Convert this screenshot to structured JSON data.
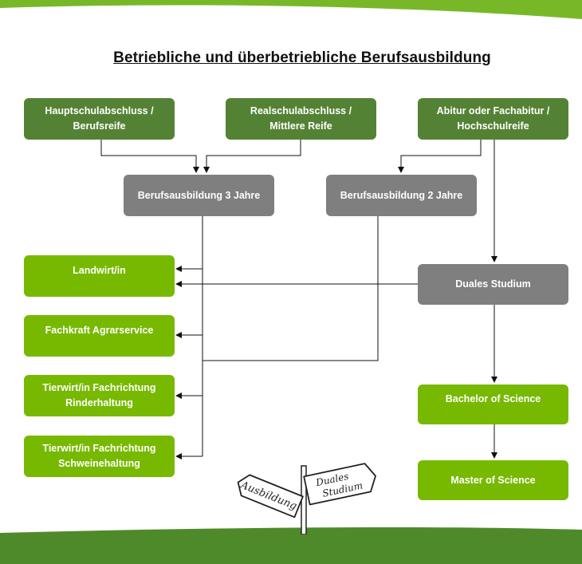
{
  "title": "Betriebliche und überbetriebliche Berufsausbildung",
  "boxes": {
    "hauptschule": "Hauptschulabschluss /\nBerufsreife",
    "realschule": "Realschulabschluss /\nMittlere Reife",
    "abitur": "Abitur oder Fachabitur /\nHochschulreife",
    "ausbildung3": "Berufsausbildung 3 Jahre",
    "ausbildung2": "Berufsausbildung 2 Jahre",
    "landwirt": "Landwirt/in",
    "duales": "Duales Studium",
    "fachkraft": "Fachkraft Agrarservice",
    "rinder": "Tierwirt/in Fachrichtung\nRinderhaltung",
    "schweine": "Tierwirt/in Fachrichtung\nSchweinehaltung",
    "bachelor": "Bachelor of Science",
    "master": "Master of Science"
  },
  "signpost": {
    "left_sign": "Ausbildung",
    "right_sign": "Duales Studium"
  },
  "colors": {
    "dark_green": "#548235",
    "light_green": "#77b900",
    "gray": "#7f7f7f",
    "band_light": "#78b828",
    "band_dark": "#4f8a2a"
  }
}
